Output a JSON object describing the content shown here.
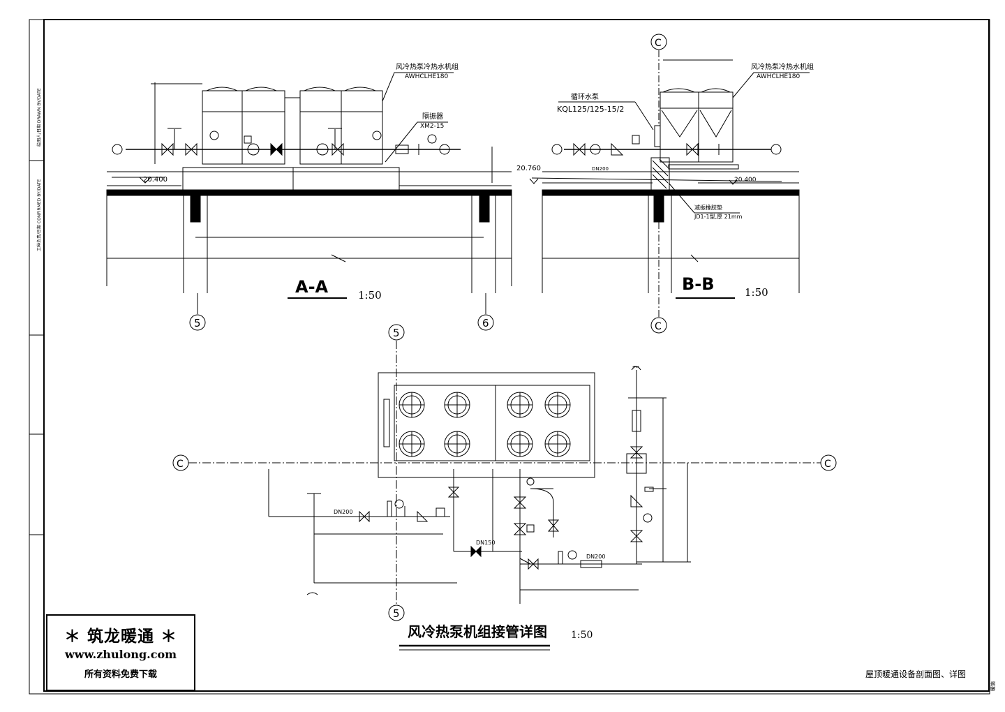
{
  "section_a": {
    "title": "A-A",
    "scale": "1:50",
    "elev_left": "20.400",
    "unit_label": "风冷热泵冷热水机组",
    "unit_model": "AWHCLHE180",
    "isolator_label": "隔振器",
    "isolator_model": "XM2-15",
    "axis_left": "5",
    "axis_right": "6"
  },
  "section_b": {
    "title": "B-B",
    "scale": "1:50",
    "elev_top": "20.760",
    "elev_right": "20.400",
    "axis": "C",
    "unit_label": "风冷热泵冷热水机组",
    "unit_model": "AWHCLHE180",
    "pump_label": "循环水泵",
    "pump_model": "KQL125/125-15/2",
    "pipe_dn": "DN200",
    "pad_label": "减振橡胶垫",
    "pad_spec": "JD1-1型,厚 21mm"
  },
  "plan": {
    "title": "风冷热泵机组接管详图",
    "scale": "1:50",
    "axis_c": "C",
    "axis_5": "5",
    "pipe_dn200_a": "DN200",
    "pipe_dn150": "DN150",
    "pipe_dn200_b": "DN200",
    "break_mark": "~"
  },
  "side_labels": {
    "top": "绘图人/日期 DRAWN BY/DATE",
    "bottom": "工种负责/日期 CONFIRMED BY/DATE"
  },
  "stamp": {
    "brand": "＊ 筑龙暖通 ＊",
    "url": "www.zhulong.com",
    "slogan": "所有资料免费下载"
  },
  "sheet_title": "屋顶暖通设备剖面图、详图",
  "sheet_no": "暖施"
}
